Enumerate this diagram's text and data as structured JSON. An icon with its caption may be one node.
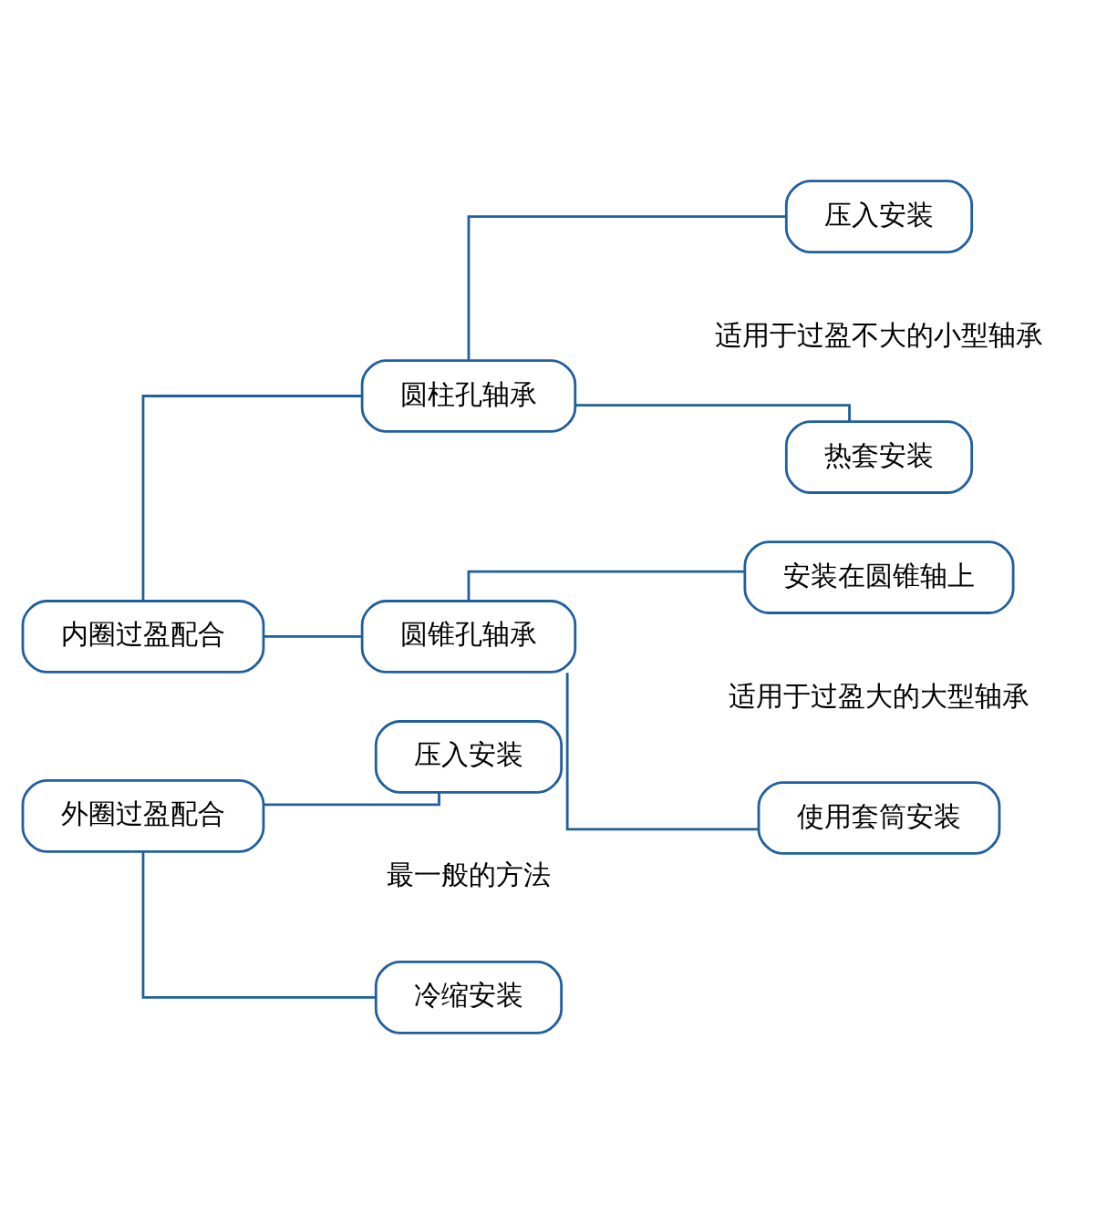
{
  "diagram": {
    "nodes": [
      {
        "text": [
          "内圈过盈配合"
        ]
      },
      {
        "text": [
          "圆柱孔轴承"
        ]
      },
      {
        "text": [
          "压入安装"
        ]
      },
      {
        "text": [
          "热套安装"
        ]
      },
      {
        "text": [
          "圆锥孔轴承"
        ]
      },
      {
        "text": [
          "安装在圆锥轴上"
        ]
      },
      {
        "text": [
          "使用套筒安装"
        ]
      },
      {
        "text": [
          "外圈过盈配合"
        ]
      },
      {
        "text": [
          "压入安装"
        ]
      },
      {
        "text": [
          "冷缩安装"
        ]
      }
    ],
    "edges": [
      {
        "from": 0,
        "to": 1,
        "arrow": "none"
      },
      {
        "from": 0,
        "to": 4,
        "arrow": "none"
      },
      {
        "from": 1,
        "to": 2,
        "arrow": "none"
      },
      {
        "from": 1,
        "to": 3,
        "arrow": "none"
      },
      {
        "from": 4,
        "to": 5,
        "arrow": "none"
      },
      {
        "from": 4,
        "to": 6,
        "arrow": "none"
      },
      {
        "from": 7,
        "to": 8,
        "arrow": "none"
      },
      {
        "from": 7,
        "to": 9,
        "arrow": "none"
      }
    ],
    "labels": [
      "适用于过盈不大的小型轴承",
      "适用于过盈大的大型轴承",
      "最一般的方法"
    ]
  }
}
